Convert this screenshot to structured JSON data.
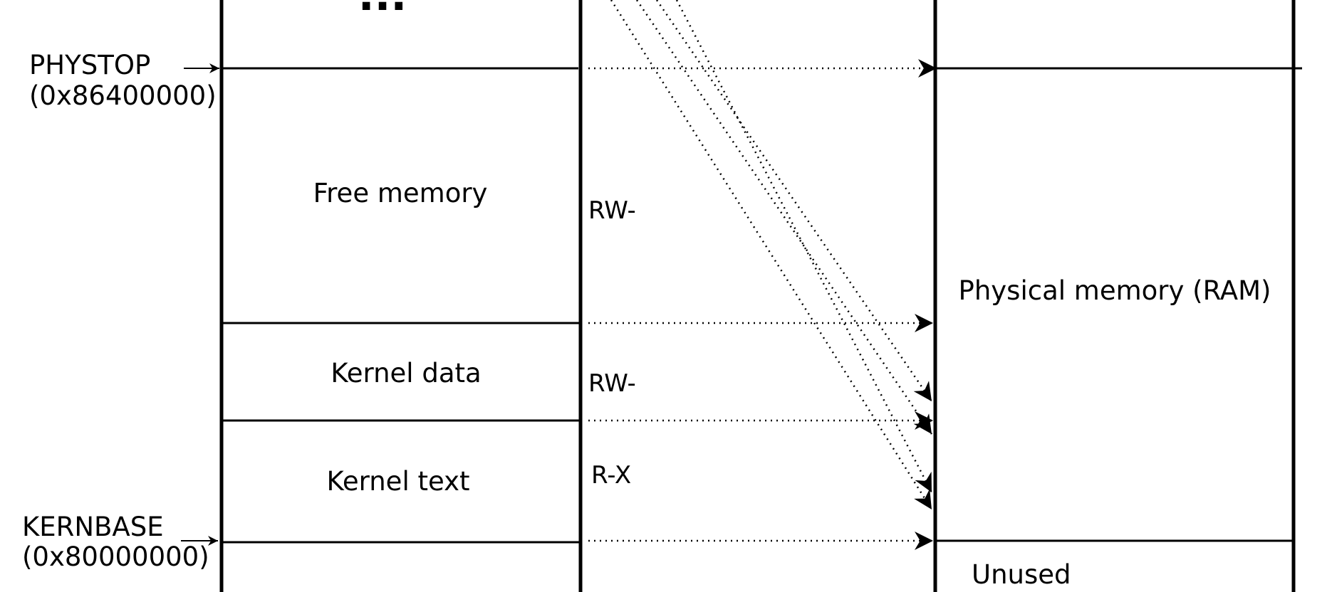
{
  "diagram": {
    "labels": {
      "top_ellipsis": "...",
      "phystop_name": "PHYSTOP",
      "phystop_addr": "(0x86400000)",
      "kernbase_name": "KERNBASE",
      "kernbase_addr": "(0x80000000)"
    },
    "virtual_regions": {
      "free_memory": "Free memory",
      "kernel_data": "Kernel data",
      "kernel_text": "Kernel text"
    },
    "permissions": {
      "free_memory": "RW-",
      "kernel_data": "RW-",
      "kernel_text": "R-X"
    },
    "physical": {
      "ram": "Physical memory (RAM)",
      "unused": "Unused"
    }
  }
}
